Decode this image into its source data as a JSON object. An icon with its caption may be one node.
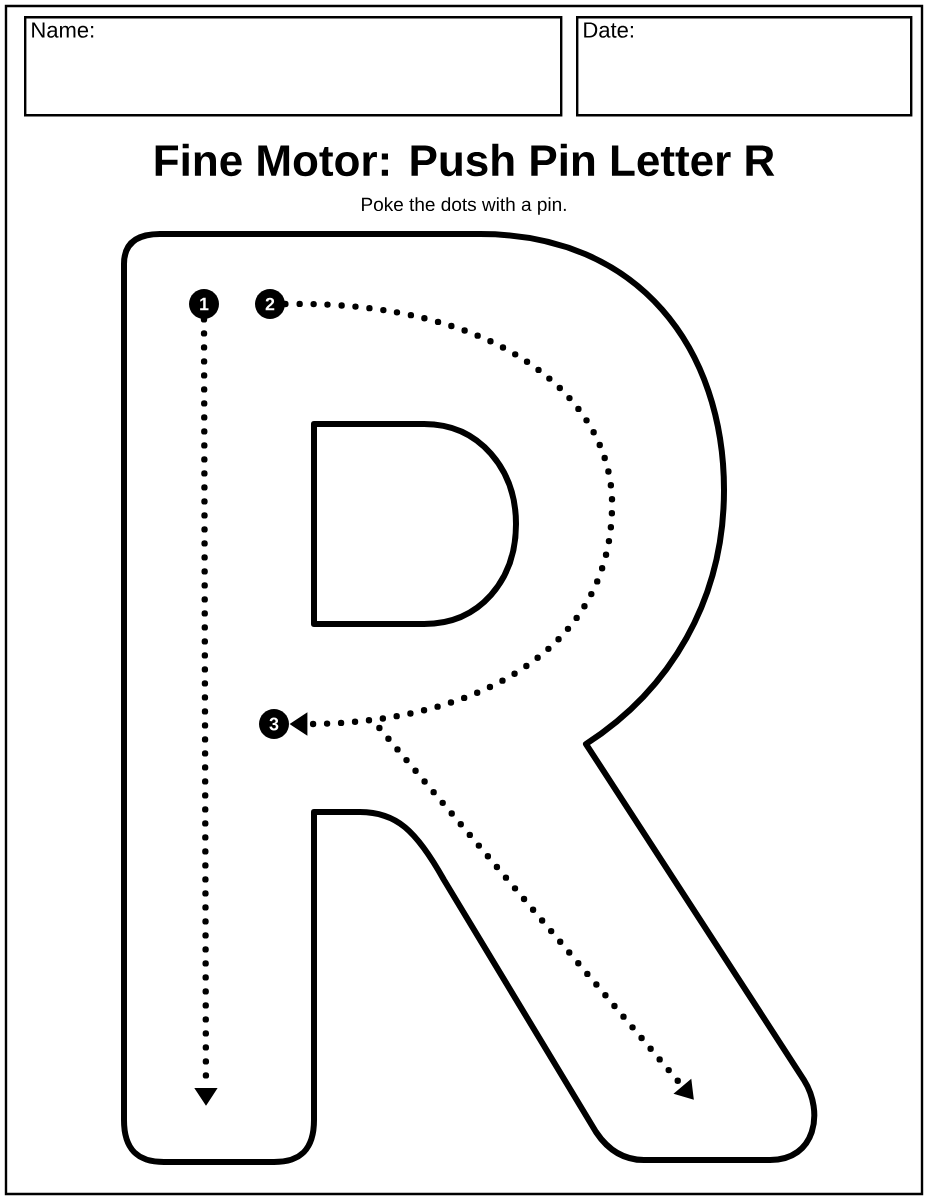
{
  "diagram": {
    "title": "Fine Motor: Push Pin Letter R",
    "nodes": [
      {
        "text": [
          "Name:"
        ]
      },
      {
        "text": [
          "Date:"
        ]
      },
      {
        "text": [
          "1"
        ]
      },
      {
        "text": [
          "2"
        ]
      },
      {
        "text": [
          "3"
        ]
      }
    ],
    "edges": [
      {
        "from": 2,
        "to": null,
        "arrow": "to",
        "style": "dashed"
      },
      {
        "from": 3,
        "to": 4,
        "arrow": "to",
        "style": "dashed"
      },
      {
        "from": 4,
        "to": null,
        "arrow": "to",
        "style": "dashed"
      }
    ],
    "labels": [
      "Poke the dots with a pin."
    ]
  }
}
